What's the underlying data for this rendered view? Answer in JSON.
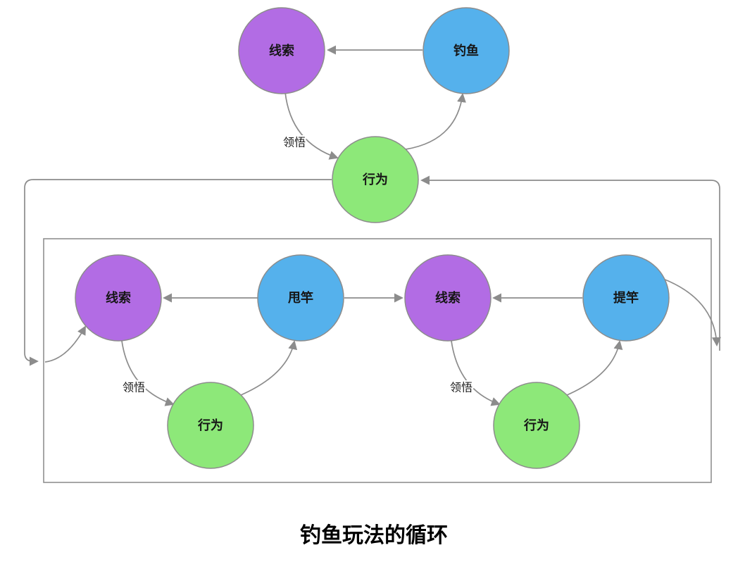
{
  "diagram": {
    "title": "钓鱼玩法的循环",
    "colors": {
      "purple": "#b26ce4",
      "blue": "#55b1ec",
      "green": "#8de879",
      "line": "#8c8c8c"
    },
    "top_loop": {
      "clue": "线索",
      "fishing": "钓鱼",
      "behavior": "行为",
      "insight_label": "领悟"
    },
    "detail_loop": {
      "clue_left": "线索",
      "cast": "甩竿",
      "clue_right": "线索",
      "lift": "提竿",
      "behavior_left": "行为",
      "behavior_right": "行为",
      "insight_left": "领悟",
      "insight_right": "领悟"
    }
  }
}
